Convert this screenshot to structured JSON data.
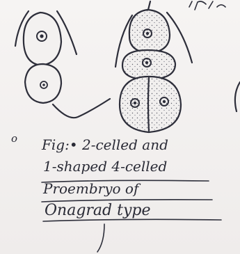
{
  "caption": {
    "line1": "Fig:• 2-celled and",
    "line2": "1-shaped 4-celled",
    "line3": "Proembryo of",
    "line4": "Onagrad type"
  },
  "margin_mark": "o",
  "colors": {
    "paper": "#f4f2f1",
    "ink": "#2d2e3a"
  }
}
